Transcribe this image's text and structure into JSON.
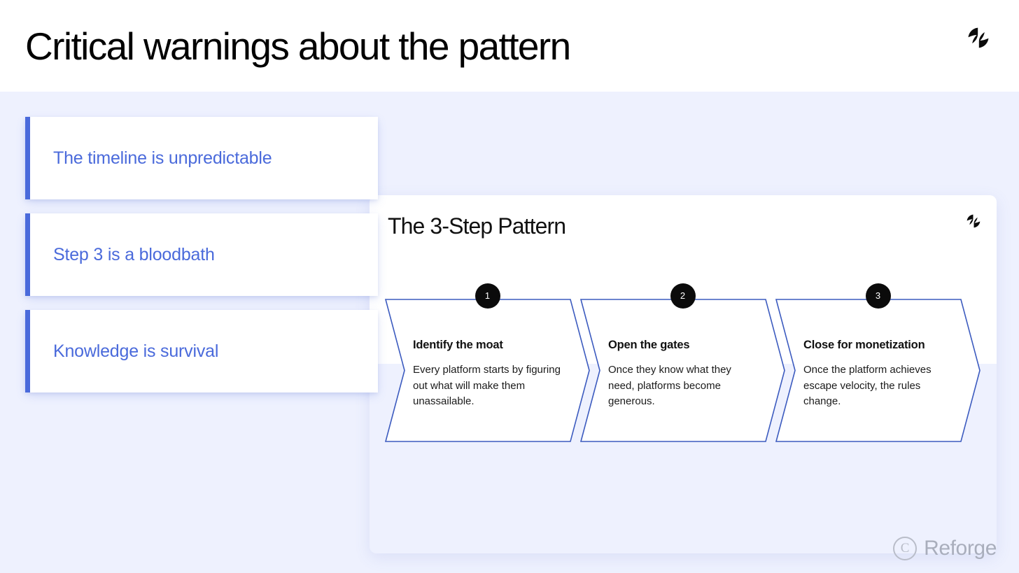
{
  "header": {
    "title": "Critical warnings about the pattern",
    "logo_icon": "reforge-logo-icon"
  },
  "warnings": {
    "accent_color": "#4a6adb",
    "items": [
      {
        "label": "The timeline is unpredictable"
      },
      {
        "label": "Step 3 is a bloodbath"
      },
      {
        "label": "Knowledge is survival"
      }
    ]
  },
  "panel": {
    "title": "The 3-Step Pattern",
    "logo_icon": "reforge-logo-icon",
    "background_color": "#eef1fe",
    "chevron_stroke_color": "#3c5bbf",
    "steps": [
      {
        "number": "1",
        "heading": "Identify the moat",
        "description": "Every platform starts by figuring out what will make them unassailable."
      },
      {
        "number": "2",
        "heading": "Open the gates",
        "description": "Once they know what they need, platforms become generous."
      },
      {
        "number": "3",
        "heading": "Close for monetization",
        "description": "Once the platform achieves escape velocity, the rules change."
      }
    ]
  },
  "watermark": {
    "symbol": "C",
    "text": "Reforge"
  }
}
